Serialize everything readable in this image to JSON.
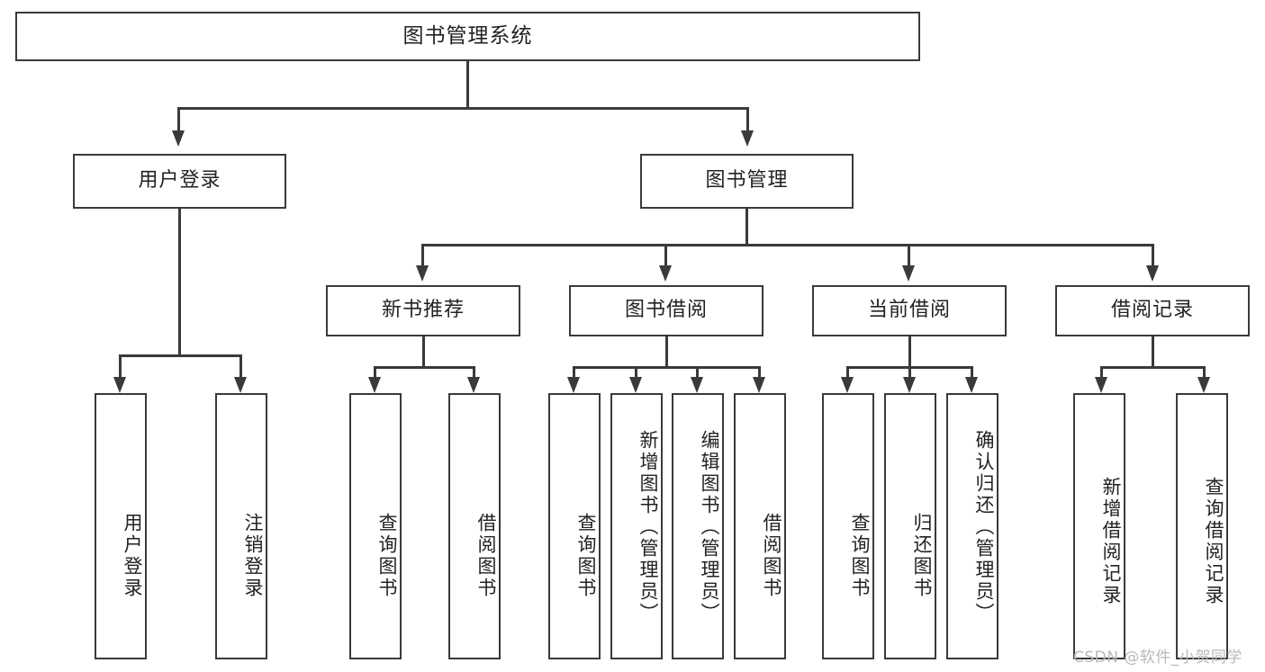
{
  "diagram": {
    "title": "图书管理系统",
    "type": "tree-hierarchy-chart",
    "watermark": "CSDN @软件_小贺同学",
    "colors": {
      "box_border": "#3a3a3a",
      "box_fill": "#ffffff",
      "text": "#222222",
      "connector": "#3a3a3a",
      "watermark": "#b9b9b9",
      "background": "#ffffff"
    },
    "root": {
      "label": "图书管理系统"
    },
    "level2": [
      {
        "id": "user-login",
        "label": "用户登录"
      },
      {
        "id": "book-management",
        "label": "图书管理"
      }
    ],
    "level3": [
      {
        "id": "new-book-recommend",
        "label": "新书推荐"
      },
      {
        "id": "book-borrow",
        "label": "图书借阅"
      },
      {
        "id": "current-borrow",
        "label": "当前借阅"
      },
      {
        "id": "borrow-record",
        "label": "借阅记录"
      }
    ],
    "leaves": {
      "user_login": [
        {
          "id": "leaf-user-login",
          "label": "用户登录"
        },
        {
          "id": "leaf-logout-login",
          "label": "注销登录"
        }
      ],
      "new_book_recommend": [
        {
          "id": "leaf-query-book-1",
          "label": "查询图书"
        },
        {
          "id": "leaf-borrow-book-1",
          "label": "借阅图书"
        }
      ],
      "book_borrow": [
        {
          "id": "leaf-query-book-2",
          "label": "查询图书"
        },
        {
          "id": "leaf-add-book",
          "label": "新增图书（管理员）"
        },
        {
          "id": "leaf-edit-book",
          "label": "编辑图书（管理员）"
        },
        {
          "id": "leaf-borrow-book-2",
          "label": "借阅图书"
        }
      ],
      "current_borrow": [
        {
          "id": "leaf-query-book-3",
          "label": "查询图书"
        },
        {
          "id": "leaf-return-book",
          "label": "归还图书"
        },
        {
          "id": "leaf-confirm-return",
          "label": "确认归还（管理员）"
        }
      ],
      "borrow_record": [
        {
          "id": "leaf-add-record",
          "label": "新增借阅记录"
        },
        {
          "id": "leaf-query-record",
          "label": "查询借阅记录"
        }
      ]
    }
  }
}
